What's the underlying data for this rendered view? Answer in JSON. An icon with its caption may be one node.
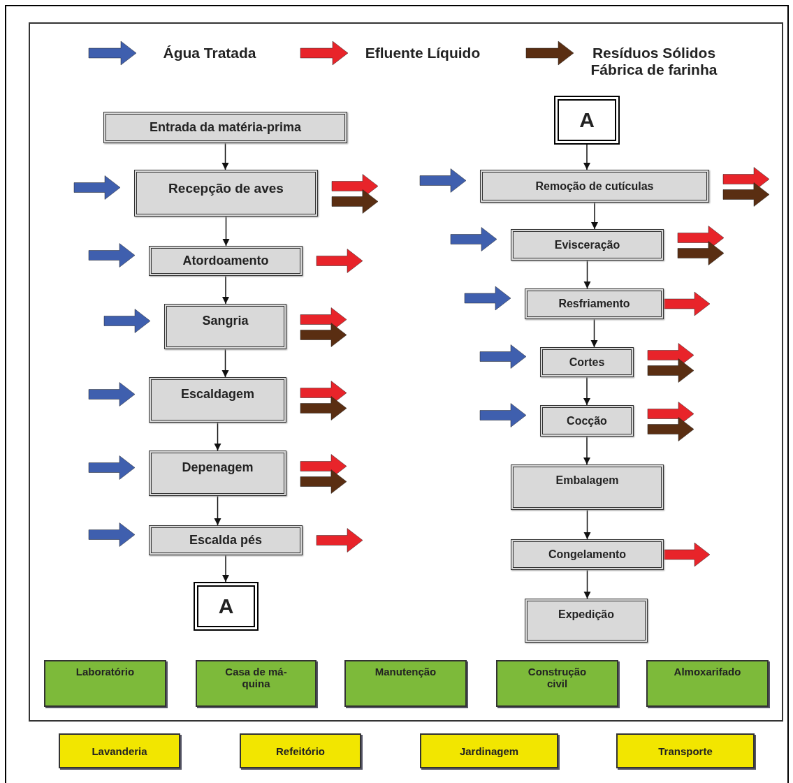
{
  "diagram": {
    "nodes": [
      {
        "text": [
          "Entrada da matéria-prima"
        ]
      },
      {
        "text": [
          "Recepção de aves"
        ]
      },
      {
        "text": [
          "Atordoamento"
        ]
      },
      {
        "text": [
          "Sangria"
        ]
      },
      {
        "text": [
          "Escaldagem"
        ]
      },
      {
        "text": [
          "Depenagem"
        ]
      },
      {
        "text": [
          "Escalda pés"
        ]
      },
      {
        "text": [
          "A"
        ]
      },
      {
        "text": [
          "A"
        ]
      },
      {
        "text": [
          "Remoção de cutículas"
        ]
      },
      {
        "text": [
          "Evisceração"
        ]
      },
      {
        "text": [
          "Resfriamento"
        ]
      },
      {
        "text": [
          "Cortes"
        ]
      },
      {
        "text": [
          "Cocção"
        ]
      },
      {
        "text": [
          "Embalagem"
        ]
      },
      {
        "text": [
          "Congelamento"
        ]
      },
      {
        "text": [
          "Expedição"
        ]
      },
      {
        "text": [
          "Laboratório"
        ]
      },
      {
        "text": [
          "Casa de má- quina"
        ]
      },
      {
        "text": [
          "Manutenção"
        ]
      },
      {
        "text": [
          "Construção civil"
        ]
      },
      {
        "text": [
          "Almoxarifado"
        ]
      },
      {
        "text": [
          "Lavanderia"
        ]
      },
      {
        "text": [
          "Refeitório"
        ]
      },
      {
        "text": [
          "Jardinagem"
        ]
      },
      {
        "text": [
          "Transporte"
        ]
      }
    ],
    "edges": [
      {
        "from": 0,
        "to": 1,
        "arrow": "to"
      },
      {
        "from": 1,
        "to": 2,
        "arrow": "to"
      },
      {
        "from": 2,
        "to": 3,
        "arrow": "to"
      },
      {
        "from": 3,
        "to": 4,
        "arrow": "to"
      },
      {
        "from": 4,
        "to": 5,
        "arrow": "to"
      },
      {
        "from": 5,
        "to": 6,
        "arrow": "to"
      },
      {
        "from": 6,
        "to": 7,
        "arrow": "to"
      },
      {
        "from": 8,
        "to": 9,
        "arrow": "to"
      },
      {
        "from": 9,
        "to": 10,
        "arrow": "to"
      },
      {
        "from": 10,
        "to": 11,
        "arrow": "to"
      },
      {
        "from": 11,
        "to": 12,
        "arrow": "to"
      },
      {
        "from": 12,
        "to": 13,
        "arrow": "to"
      },
      {
        "from": 13,
        "to": 14,
        "arrow": "to"
      },
      {
        "from": 14,
        "to": 15,
        "arrow": "to"
      },
      {
        "from": 15,
        "to": 16,
        "arrow": "to"
      },
      {
        "from": null,
        "to": 1,
        "arrow": "to",
        "style": "thick",
        "color": "#3f5fae"
      },
      {
        "from": null,
        "to": 2,
        "arrow": "to",
        "style": "thick",
        "color": "#3f5fae"
      },
      {
        "from": null,
        "to": 3,
        "arrow": "to",
        "style": "thick",
        "color": "#3f5fae"
      },
      {
        "from": null,
        "to": 4,
        "arrow": "to",
        "style": "thick",
        "color": "#3f5fae"
      },
      {
        "from": null,
        "to": 5,
        "arrow": "to",
        "style": "thick",
        "color": "#3f5fae"
      },
      {
        "from": null,
        "to": 6,
        "arrow": "to",
        "style": "thick",
        "color": "#3f5fae"
      },
      {
        "from": null,
        "to": 9,
        "arrow": "to",
        "style": "thick",
        "color": "#3f5fae"
      },
      {
        "from": null,
        "to": 10,
        "arrow": "to",
        "style": "thick",
        "color": "#3f5fae"
      },
      {
        "from": null,
        "to": 11,
        "arrow": "to",
        "style": "thick",
        "color": "#3f5fae"
      },
      {
        "from": null,
        "to": 12,
        "arrow": "to",
        "style": "thick",
        "color": "#3f5fae"
      },
      {
        "from": null,
        "to": 13,
        "arrow": "to",
        "style": "thick",
        "color": "#3f5fae"
      },
      {
        "from": 1,
        "to": null,
        "arrow": "to",
        "style": "thick",
        "color": "#e8242a"
      },
      {
        "from": 1,
        "to": null,
        "arrow": "to",
        "style": "thick",
        "color": "#5a2e12"
      },
      {
        "from": 2,
        "to": null,
        "arrow": "to",
        "style": "thick",
        "color": "#e8242a"
      },
      {
        "from": 3,
        "to": null,
        "arrow": "to",
        "style": "thick",
        "color": "#e8242a"
      },
      {
        "from": 3,
        "to": null,
        "arrow": "to",
        "style": "thick",
        "color": "#5a2e12"
      },
      {
        "from": 4,
        "to": null,
        "arrow": "to",
        "style": "thick",
        "color": "#e8242a"
      },
      {
        "from": 4,
        "to": null,
        "arrow": "to",
        "style": "thick",
        "color": "#5a2e12"
      },
      {
        "from": 5,
        "to": null,
        "arrow": "to",
        "style": "thick",
        "color": "#e8242a"
      },
      {
        "from": 5,
        "to": null,
        "arrow": "to",
        "style": "thick",
        "color": "#5a2e12"
      },
      {
        "from": 6,
        "to": null,
        "arrow": "to",
        "style": "thick",
        "color": "#e8242a"
      },
      {
        "from": 9,
        "to": null,
        "arrow": "to",
        "style": "thick",
        "color": "#e8242a"
      },
      {
        "from": 9,
        "to": null,
        "arrow": "to",
        "style": "thick",
        "color": "#5a2e12"
      },
      {
        "from": 10,
        "to": null,
        "arrow": "to",
        "style": "thick",
        "color": "#e8242a"
      },
      {
        "from": 10,
        "to": null,
        "arrow": "to",
        "style": "thick",
        "color": "#5a2e12"
      },
      {
        "from": 11,
        "to": null,
        "arrow": "to",
        "style": "thick",
        "color": "#e8242a"
      },
      {
        "from": 12,
        "to": null,
        "arrow": "to",
        "style": "thick",
        "color": "#e8242a"
      },
      {
        "from": 12,
        "to": null,
        "arrow": "to",
        "style": "thick",
        "color": "#5a2e12"
      },
      {
        "from": 13,
        "to": null,
        "arrow": "to",
        "style": "thick",
        "color": "#e8242a"
      },
      {
        "from": 13,
        "to": null,
        "arrow": "to",
        "style": "thick",
        "color": "#5a2e12"
      },
      {
        "from": 15,
        "to": null,
        "arrow": "to",
        "style": "thick",
        "color": "#e8242a"
      }
    ],
    "legend": [
      {
        "text": "Água Tratada",
        "color": "#3f5fae"
      },
      {
        "text": "Efluente Líquido",
        "color": "#e8242a"
      },
      {
        "text": "Resíduos Sólidos Fábrica de farinha",
        "color": "#5a2e12"
      }
    ]
  }
}
